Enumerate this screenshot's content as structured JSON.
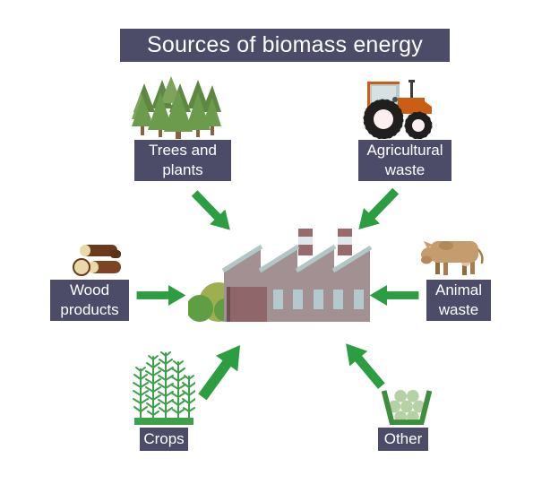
{
  "title": "Sources of biomass energy",
  "colors": {
    "panel_dark_slate": "#4c4c69",
    "arrow_green": "#2c9d41",
    "background": "#ffffff",
    "factory_wall": "#a29093",
    "factory_roof_trim": "#b2c6c6",
    "factory_chimney": "#986a6c",
    "factory_door": "#8f676b",
    "factory_window": "#b3c9ce"
  },
  "center": {
    "name": "biomass power plant",
    "icon": "factory-icon"
  },
  "sources": [
    {
      "id": "trees",
      "label": "Trees and plants",
      "lines": [
        "Trees and",
        "plants"
      ],
      "icon": "pine-trees-icon",
      "position": "top-left"
    },
    {
      "id": "agricultural",
      "label": "Agricultural waste",
      "lines": [
        "Agricultural",
        "waste"
      ],
      "icon": "tractor-icon",
      "position": "top-right"
    },
    {
      "id": "wood",
      "label": "Wood products",
      "lines": [
        "Wood",
        "products"
      ],
      "icon": "wood-logs-icon",
      "position": "left"
    },
    {
      "id": "animal",
      "label": "Animal waste",
      "lines": [
        "Animal",
        "waste"
      ],
      "icon": "cow-icon",
      "position": "right"
    },
    {
      "id": "crops",
      "label": "Crops",
      "lines": [
        "Crops"
      ],
      "icon": "corn-crops-icon",
      "position": "bottom-left"
    },
    {
      "id": "other",
      "label": "Other",
      "lines": [
        "Other"
      ],
      "icon": "waste-basket-icon",
      "position": "bottom-right"
    }
  ],
  "arrows": [
    {
      "from": "trees",
      "to": "factory"
    },
    {
      "from": "agricultural",
      "to": "factory"
    },
    {
      "from": "wood",
      "to": "factory"
    },
    {
      "from": "animal",
      "to": "factory"
    },
    {
      "from": "crops",
      "to": "factory"
    },
    {
      "from": "other",
      "to": "factory"
    }
  ]
}
